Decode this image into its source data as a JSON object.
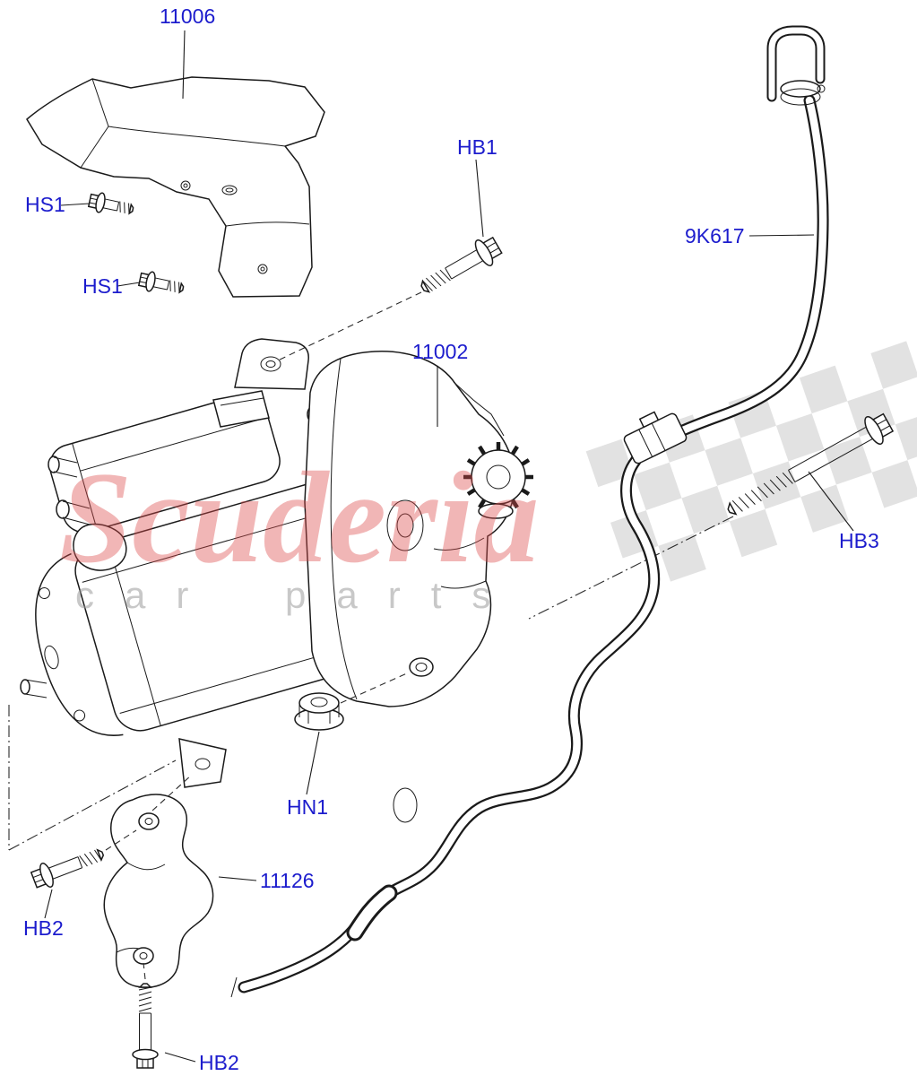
{
  "diagram": {
    "labels": [
      {
        "text": "11006"
      },
      {
        "text": "HS1"
      },
      {
        "text": "HS1"
      },
      {
        "text": "HB1"
      },
      {
        "text": "9K617"
      },
      {
        "text": "11002"
      },
      {
        "text": "HB3"
      },
      {
        "text": "HN1"
      },
      {
        "text": "11126"
      },
      {
        "text": "HB2"
      },
      {
        "text": "HB2"
      }
    ]
  },
  "watermark": {
    "brand": "Scuderia",
    "tagline": "car parts"
  },
  "colors": {
    "label_blue": "#1c1ccd",
    "line_black": "#1a1a1a",
    "watermark_red": "#dd4a4a",
    "watermark_gray": "#9c9c9c",
    "flag_gray": "#bfbfbf"
  }
}
